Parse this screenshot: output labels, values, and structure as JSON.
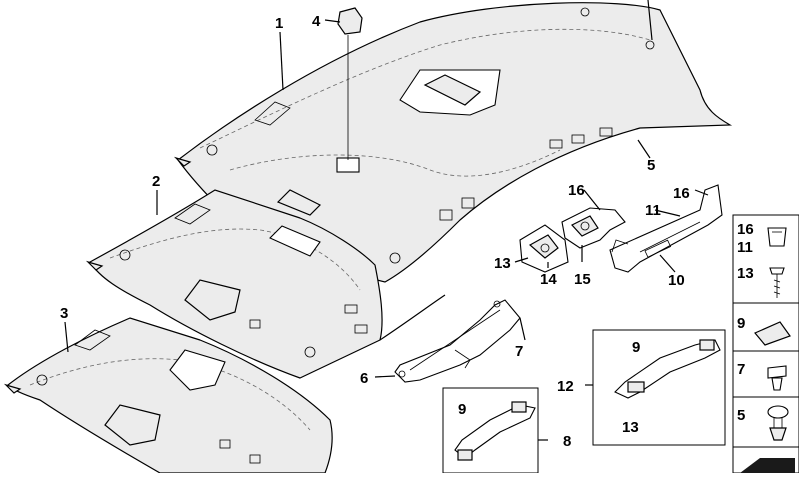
{
  "callouts": {
    "n1": "1",
    "n2": "2",
    "n3": "3",
    "n4": "4",
    "n5": "5",
    "n6": "6",
    "n7": "7",
    "n8": "8",
    "n10": "10",
    "n11a": "11",
    "n12": "12",
    "n13a": "13",
    "n14": "14",
    "n15": "15",
    "n16a": "16",
    "n16b": "16",
    "h9a": "9",
    "h13a": "13",
    "h9b": "9"
  },
  "legend": {
    "items": [
      {
        "labels": [
          "16",
          "11"
        ]
      },
      {
        "labels": [
          "13"
        ]
      },
      {
        "labels": [
          "9"
        ]
      },
      {
        "labels": [
          "7"
        ]
      },
      {
        "labels": [
          "5"
        ]
      },
      {
        "labels": []
      }
    ]
  }
}
